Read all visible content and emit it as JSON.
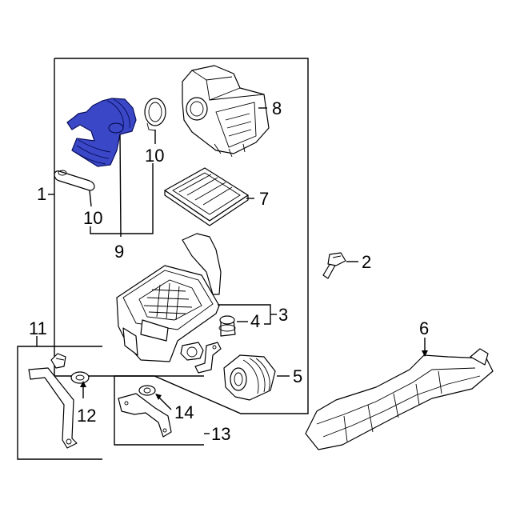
{
  "diagram": {
    "highlight_color": "#3a48c8",
    "callouts": {
      "c1": "1",
      "c2": "2",
      "c3": "3",
      "c4": "4",
      "c5": "5",
      "c6": "6",
      "c7": "7",
      "c8": "8",
      "c9": "9",
      "c10a": "10",
      "c10b": "10",
      "c11": "11",
      "c12": "12",
      "c13": "13",
      "c14": "14"
    },
    "parts": [
      {
        "id": "air-intake-hose",
        "callout": "9",
        "highlighted": true
      },
      {
        "id": "hose-clamp-upper",
        "callout": "10"
      },
      {
        "id": "hose-clamp-lower",
        "callout": "10"
      },
      {
        "id": "air-cleaner-cover",
        "callout": "8"
      },
      {
        "id": "air-filter-element",
        "callout": "7"
      },
      {
        "id": "air-cleaner-lower-housing",
        "callout": "3"
      },
      {
        "id": "grommet",
        "callout": "4"
      },
      {
        "id": "inlet-duct",
        "callout": "5"
      },
      {
        "id": "bolt",
        "callout": "2"
      },
      {
        "id": "intake-resonator-duct",
        "callout": "6"
      },
      {
        "id": "bracket-assembly-left",
        "callout": "11"
      },
      {
        "id": "bracket-grommet-left",
        "callout": "12"
      },
      {
        "id": "bracket-assembly-right",
        "callout": "13"
      },
      {
        "id": "bracket-grommet-right",
        "callout": "14"
      },
      {
        "id": "air-cleaner-assembly",
        "callout": "1"
      }
    ]
  }
}
